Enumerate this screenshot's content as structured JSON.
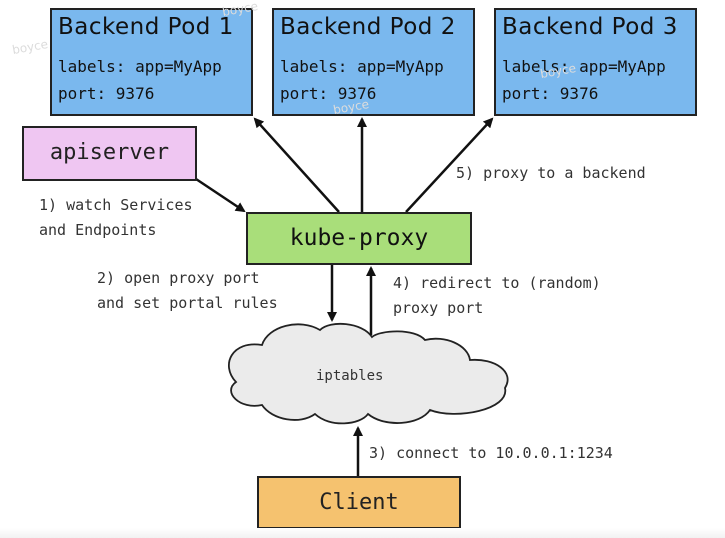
{
  "diagram": {
    "pods": [
      {
        "title": "Backend Pod 1",
        "labels": "labels: app=MyApp",
        "port": "port: 9376"
      },
      {
        "title": "Backend Pod 2",
        "labels": "labels: app=MyApp",
        "port": "port: 9376"
      },
      {
        "title": "Backend Pod 3",
        "labels": "labels: app=MyApp",
        "port": "port: 9376"
      }
    ],
    "apiserver": "apiserver",
    "kube_proxy": "kube-proxy",
    "iptables": "iptables",
    "client": "Client",
    "steps": {
      "s1": "1) watch Services\nand Endpoints",
      "s2": "2) open proxy port\nand set portal rules",
      "s3": "3) connect to 10.0.0.1:1234",
      "s4": "4) redirect to (random)\nproxy port",
      "s5": "5) proxy to a backend"
    },
    "watermark": "boyce",
    "colors": {
      "pod": "#7ab8ee",
      "apiserver": "#efc6f2",
      "kube_proxy": "#a9de7a",
      "client": "#f5c26f",
      "cloud": "#ebebeb"
    }
  }
}
